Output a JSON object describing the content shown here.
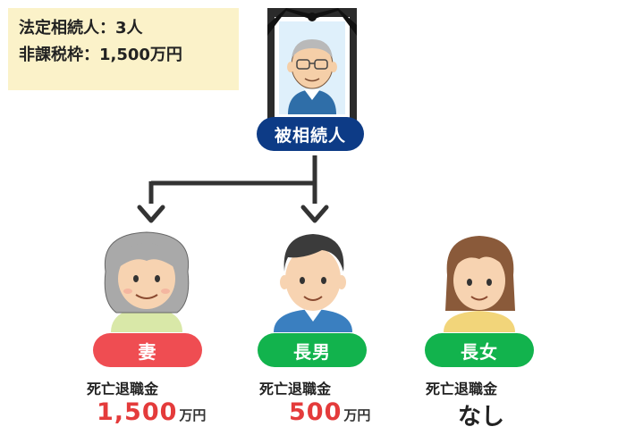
{
  "info": {
    "line1": "法定相続人：3人",
    "line2": "非課税枠：1,500万円"
  },
  "deceased": {
    "label": "被相続人"
  },
  "heirs": [
    {
      "role": "妻",
      "retirement_label": "死亡退職金",
      "amount": "1,500",
      "unit": "万円",
      "color": "#ef4d52"
    },
    {
      "role": "長男",
      "retirement_label": "死亡退職金",
      "amount": "500",
      "unit": "万円",
      "color": "#12b34d"
    },
    {
      "role": "長女",
      "retirement_label": "死亡退職金",
      "amount_text": "なし",
      "color": "#12b34d"
    }
  ],
  "colors": {
    "deceased_pill": "#0d3b86",
    "info_bg": "#fbf2c9",
    "amount": "#e43b3b"
  },
  "icons": [
    "memorial-portrait-icon",
    "elderly-woman-icon",
    "man-icon",
    "woman-icon",
    "arrow-down-icon"
  ]
}
